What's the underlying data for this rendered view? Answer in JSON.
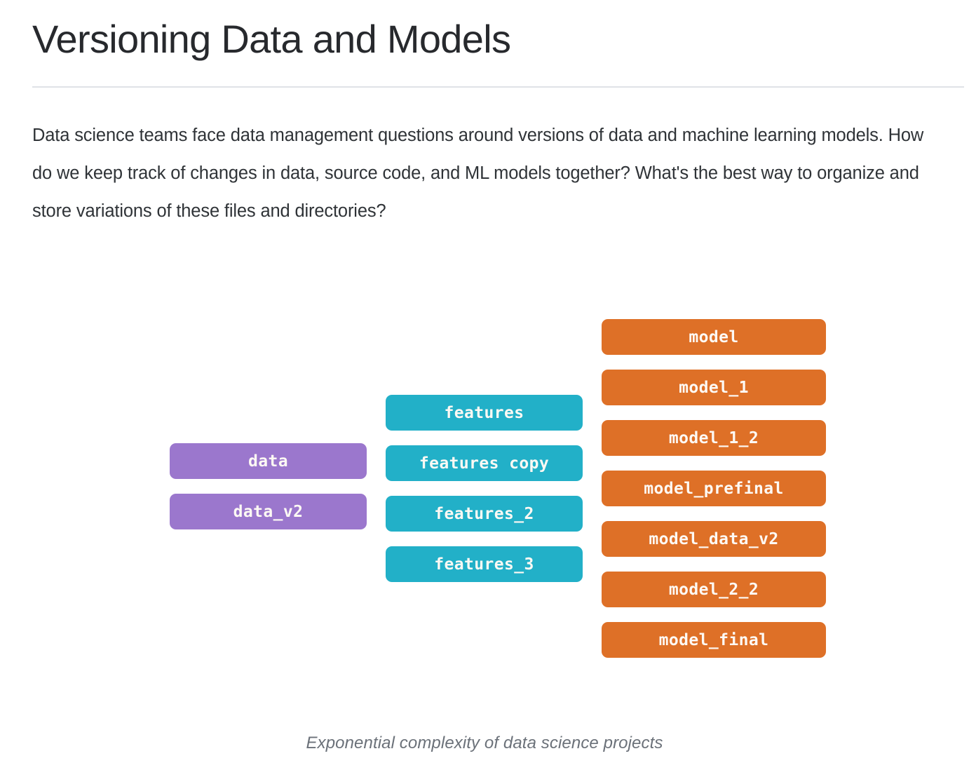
{
  "header": {
    "title": "Versioning Data and Models",
    "divider": true
  },
  "body": {
    "paragraph": "Data science teams face data management questions around versions of data and machine learning models. How do we keep track of changes in data, source code, and ML models together? What's the best way to organize and store variations of these files and directories?"
  },
  "diagram": {
    "caption": "Exponential complexity of data science projects",
    "colors": {
      "data": "#9b77cd",
      "features": "#22b0c8",
      "models": "#de7027",
      "label": "#fdf9f4"
    },
    "columns": [
      {
        "key": "data",
        "name": "data-column",
        "color": "#9b77cd",
        "nodes": [
          "data",
          "data_v2"
        ]
      },
      {
        "key": "features",
        "name": "features-column",
        "color": "#22b0c8",
        "nodes": [
          "features",
          "features copy",
          "features_2",
          "features_3"
        ]
      },
      {
        "key": "models",
        "name": "models-column",
        "color": "#de7027",
        "nodes": [
          "model",
          "model_1",
          "model_1_2",
          "model_prefinal",
          "model_data_v2",
          "model_2_2",
          "model_final"
        ]
      }
    ]
  }
}
